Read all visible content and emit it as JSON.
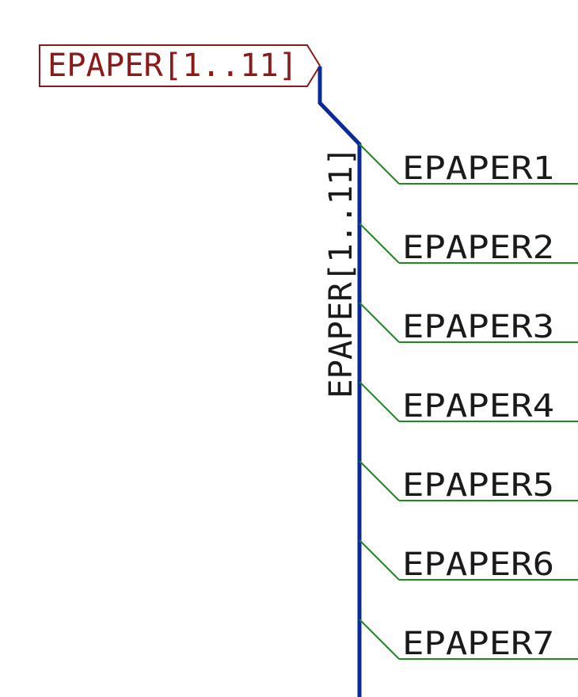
{
  "colors": {
    "background": "#ffffff",
    "port": "#8b1a1a",
    "bus": "#0a2a99",
    "wire": "#1a8c1a",
    "label_text": "#1a1a1a"
  },
  "hierarchical_port": {
    "label": "EPAPER[1..11]"
  },
  "bus": {
    "label": "EPAPER[1..11]"
  },
  "net_labels": [
    "EPAPER1",
    "EPAPER2",
    "EPAPER3",
    "EPAPER4",
    "EPAPER5",
    "EPAPER6",
    "EPAPER7"
  ]
}
